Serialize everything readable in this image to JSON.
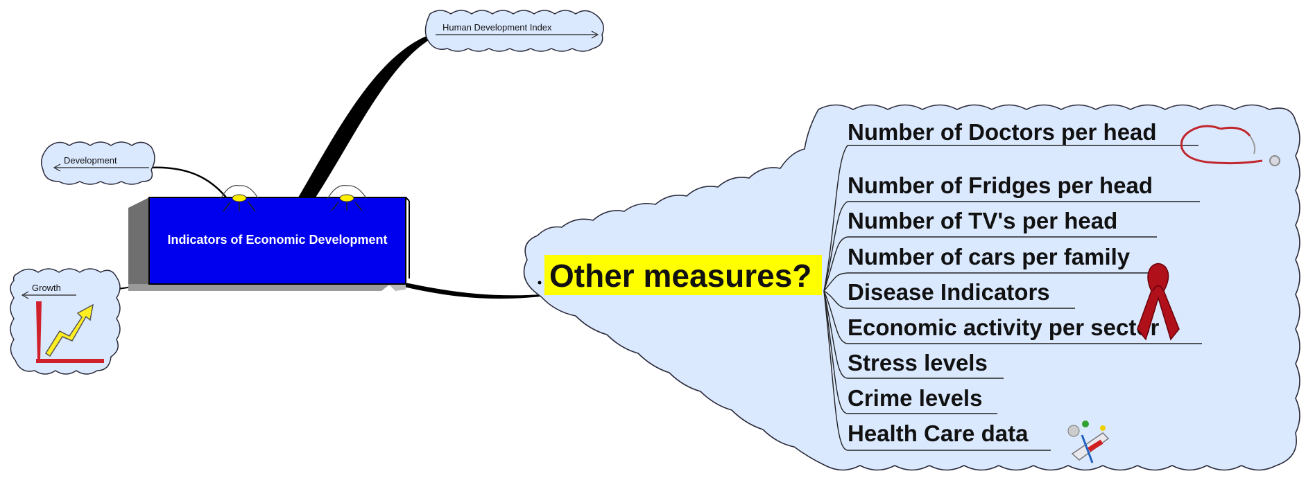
{
  "central_topic": {
    "label": "Indicators of Economic Development",
    "fill": "#0000ee"
  },
  "main_topics": {
    "development": "Development",
    "growth": "Growth",
    "hdi": "Human Development Index",
    "other_measures": "Other measures?"
  },
  "other_measures_items": [
    "Number of Doctors per head",
    "Number of Fridges per head",
    "Number of TV's per head",
    "Number of cars per family",
    "Disease Indicators",
    "Economic activity per sector",
    "Stress levels",
    "Crime levels",
    "Health Care data"
  ],
  "icons": [
    "stethoscope-icon",
    "red-ribbon-icon",
    "health-care-icon",
    "growth-chart-icon",
    "lightbulb-icon"
  ],
  "colors": {
    "cloud_fill": "#dbe9ff",
    "cloud_stroke": "#2a2a3a",
    "highlight": "#ffff00",
    "central_box": "#0000ee",
    "ribbon": "#b0101a"
  }
}
